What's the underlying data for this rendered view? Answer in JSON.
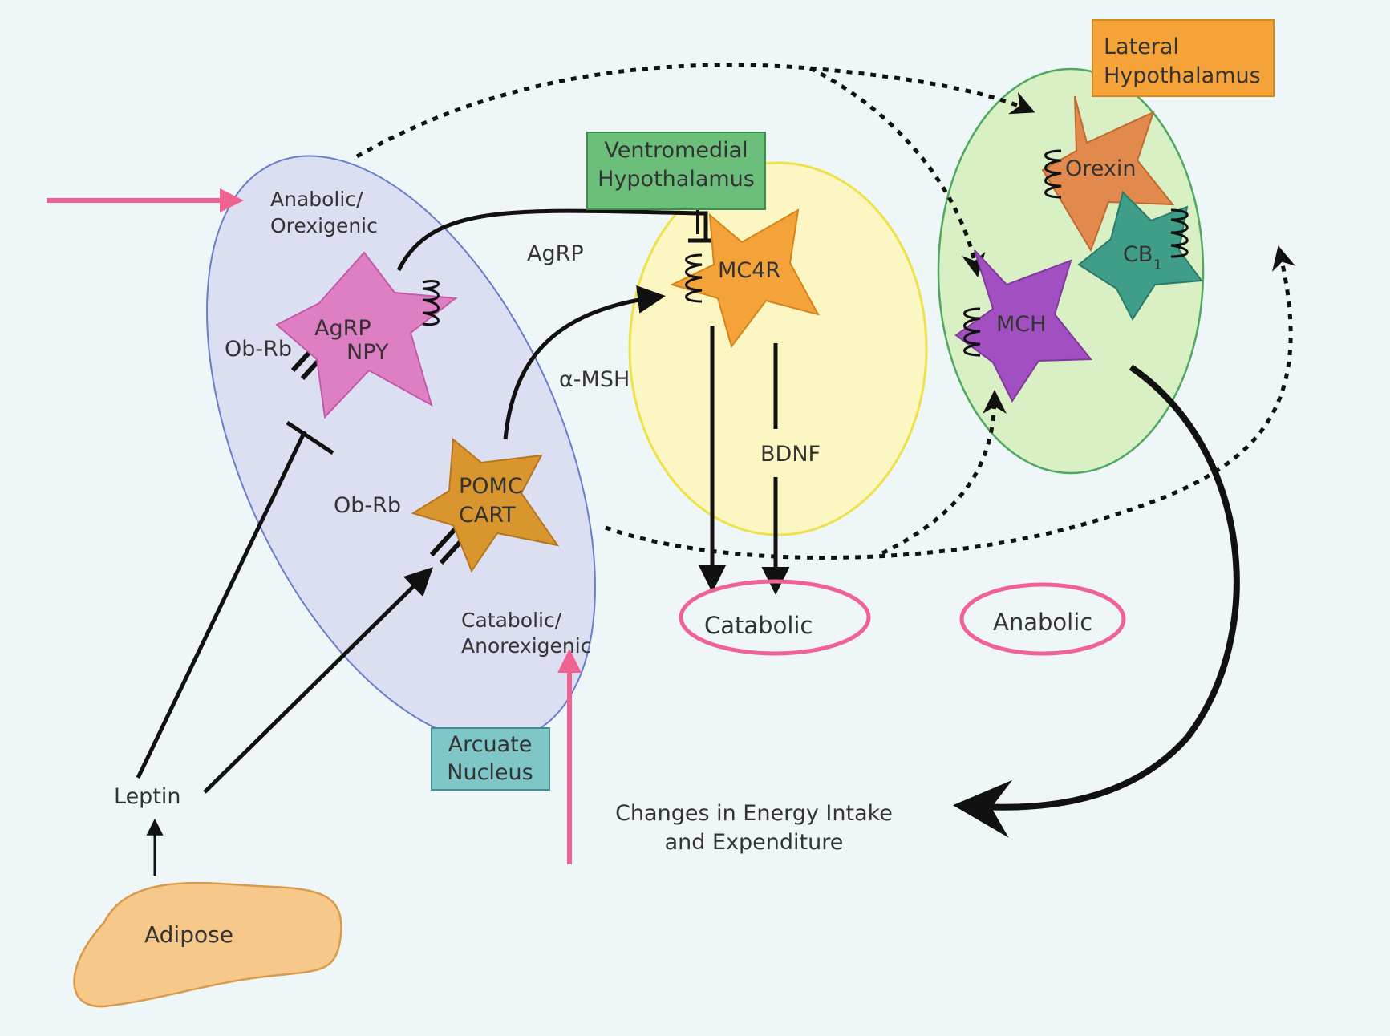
{
  "colors": {
    "background": "#eef6f8",
    "arcuate_fill": "#dcdff2",
    "arcuate_stroke": "#6a7ccc",
    "vmh_fill": "#fdf6c0",
    "vmh_stroke": "#f0e040",
    "lh_fill": "#d9efc4",
    "lh_stroke": "#4ea860",
    "pink_highlight": "#f06292",
    "agrp_neuron": "#de7fc4",
    "pomc_neuron": "#d9952e",
    "mc4r_neuron": "#f3a33a",
    "orexin_neuron": "#e28a4e",
    "cb1_neuron": "#3f9e88",
    "mch_neuron": "#a24fc2",
    "adipose": "#f6c88a"
  },
  "labels": {
    "anabolic_orexigenic_line1": "Anabolic/",
    "anabolic_orexigenic_line2": "Orexigenic",
    "catabolic_anorexigenic_line1": "Catabolic/",
    "catabolic_anorexigenic_line2": "Anorexigenic",
    "agrp_npy_line1": "AgRP",
    "agrp_npy_line2": "NPY",
    "pomc_cart_line1": "POMC",
    "pomc_cart_line2": "CART",
    "obrb_top": "Ob-Rb",
    "obrb_bottom": "Ob-Rb",
    "agrp_signal": "AgRP",
    "alpha_msh": "α-MSH",
    "mc4r": "MC4R",
    "bdnf": "BDNF",
    "catabolic": "Catabolic",
    "anabolic": "Anabolic",
    "orexin": "Orexin",
    "cb1_main": "CB",
    "cb1_sub": "1",
    "mch": "MCH",
    "leptin": "Leptin",
    "adipose": "Adipose",
    "energy_line1": "Changes in Energy Intake",
    "energy_line2": "and Expenditure"
  },
  "boxes": {
    "vmh_line1": "Ventromedial",
    "vmh_line2": "Hypothalamus",
    "lh_line1": "Lateral",
    "lh_line2": "Hypothalamus",
    "arcuate_line1": "Arcuate",
    "arcuate_line2": "Nucleus"
  }
}
